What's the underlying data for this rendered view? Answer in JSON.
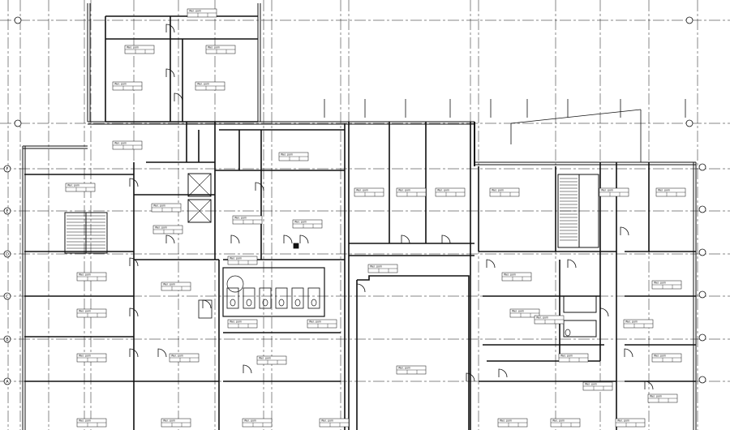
{
  "drawing": {
    "type": "architectural-floor-plan",
    "line_color": "#111111",
    "background": "#ffffff"
  },
  "grid_markers": {
    "row_labels": [
      "F",
      "E",
      "D",
      "C",
      "B",
      "A"
    ]
  },
  "room_tags": [
    {
      "id": "t1",
      "title": "Wer. pom"
    },
    {
      "id": "t2",
      "title": "Wer. pom"
    },
    {
      "id": "t3",
      "title": "Wer. pom"
    },
    {
      "id": "t4",
      "title": "Wer. pom"
    },
    {
      "id": "t5",
      "title": "Wer. pom"
    },
    {
      "id": "t6",
      "title": "Wer. pom"
    },
    {
      "id": "t7",
      "title": "Wer. pom"
    },
    {
      "id": "t8",
      "title": "Wer. pom"
    },
    {
      "id": "t9",
      "title": "Wer. pom"
    },
    {
      "id": "t10",
      "title": "Wer. pom"
    },
    {
      "id": "t11",
      "title": "Wer. pom"
    },
    {
      "id": "t12",
      "title": "Wer. pom"
    },
    {
      "id": "t13",
      "title": "Wer. pom"
    },
    {
      "id": "t14",
      "title": "Wer. pom"
    },
    {
      "id": "t15",
      "title": "Wer. pom"
    },
    {
      "id": "t16",
      "title": "Wer. pom"
    },
    {
      "id": "t17",
      "title": "Wer. pom"
    },
    {
      "id": "t18",
      "title": "Wer. pom"
    },
    {
      "id": "t19",
      "title": "Wer. pom"
    },
    {
      "id": "t20",
      "title": "Wer. pom"
    },
    {
      "id": "t21",
      "title": "Wer. pom"
    },
    {
      "id": "t22",
      "title": "Wer. pom"
    },
    {
      "id": "t23",
      "title": "Wer. pom"
    },
    {
      "id": "t24",
      "title": "Wer. pom"
    },
    {
      "id": "t25",
      "title": "Wer. pom"
    },
    {
      "id": "t26",
      "title": "Wer. pom"
    },
    {
      "id": "t27",
      "title": "Wer. pom"
    },
    {
      "id": "t28",
      "title": "Wer. pom"
    },
    {
      "id": "t29",
      "title": "Wer. pom"
    },
    {
      "id": "t30",
      "title": "Wer. pom"
    },
    {
      "id": "t31",
      "title": "Wer. pom"
    },
    {
      "id": "t32",
      "title": "Wer. pom"
    },
    {
      "id": "t33",
      "title": "Wer. pom"
    },
    {
      "id": "t34",
      "title": "Wer. pom"
    },
    {
      "id": "t35",
      "title": "Wer. pom"
    },
    {
      "id": "t36",
      "title": "Wer. pom"
    },
    {
      "id": "t37",
      "title": "Wer. pom"
    },
    {
      "id": "t38",
      "title": "Wer. pom"
    },
    {
      "id": "t39",
      "title": "Wer. pom"
    },
    {
      "id": "t40",
      "title": "Wer. pom"
    },
    {
      "id": "t41",
      "title": "Wer. pom"
    },
    {
      "id": "t42",
      "title": "Wer. pom"
    },
    {
      "id": "t43",
      "title": "Wer. pom"
    },
    {
      "id": "t44",
      "title": "Wer. pom"
    },
    {
      "id": "t45",
      "title": "Wer. pom"
    }
  ]
}
